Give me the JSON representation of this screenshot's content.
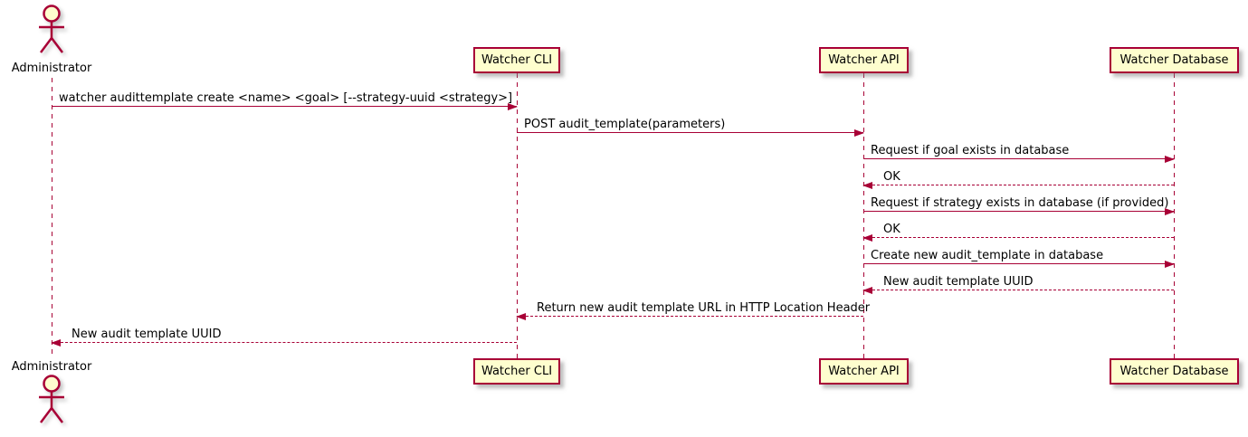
{
  "diagram": {
    "kind": "uml-sequence-diagram",
    "colors": {
      "participant_fill": "#FEFECE",
      "line": "#A80036",
      "text": "#000000",
      "background": "#FFFFFF"
    },
    "participants": [
      {
        "id": "administrator",
        "type": "actor",
        "label": "Administrator"
      },
      {
        "id": "watcher-cli",
        "type": "participant",
        "label": "Watcher CLI"
      },
      {
        "id": "watcher-api",
        "type": "participant",
        "label": "Watcher API"
      },
      {
        "id": "watcher-database",
        "type": "participant",
        "label": "Watcher Database"
      }
    ],
    "messages": [
      {
        "from": "Administrator",
        "to": "Watcher CLI",
        "line": "solid",
        "label": "watcher audittemplate create <name> <goal> [--strategy-uuid <strategy>]"
      },
      {
        "from": "Watcher CLI",
        "to": "Watcher API",
        "line": "solid",
        "label": "POST audit_template(parameters)"
      },
      {
        "from": "Watcher API",
        "to": "Watcher Database",
        "line": "solid",
        "label": "Request if goal exists in database"
      },
      {
        "from": "Watcher Database",
        "to": "Watcher API",
        "line": "dashed",
        "label": "OK"
      },
      {
        "from": "Watcher API",
        "to": "Watcher Database",
        "line": "solid",
        "label": "Request if strategy exists in database (if provided)"
      },
      {
        "from": "Watcher Database",
        "to": "Watcher API",
        "line": "dashed",
        "label": "OK"
      },
      {
        "from": "Watcher API",
        "to": "Watcher Database",
        "line": "solid",
        "label": "Create new audit_template in database"
      },
      {
        "from": "Watcher Database",
        "to": "Watcher API",
        "line": "dashed",
        "label": "New audit template UUID"
      },
      {
        "from": "Watcher API",
        "to": "Watcher CLI",
        "line": "dashed",
        "label": "Return new audit template URL in HTTP Location Header"
      },
      {
        "from": "Watcher CLI",
        "to": "Administrator",
        "line": "dashed",
        "label": "New audit template UUID"
      }
    ]
  }
}
